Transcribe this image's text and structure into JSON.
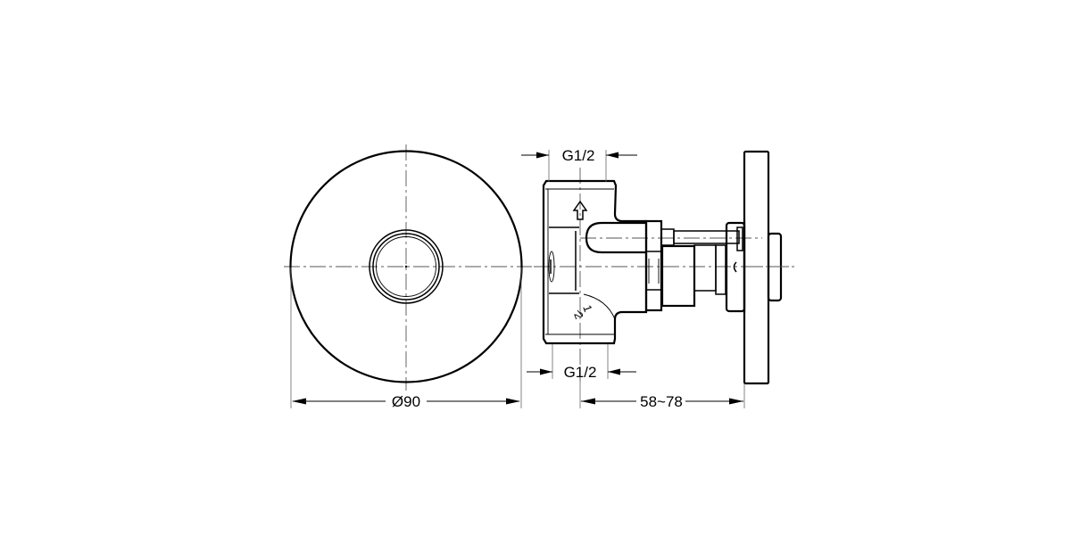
{
  "drawing": {
    "title": "Concealed valve technical drawing",
    "front_view": {
      "diameter_label": "Ø90"
    },
    "side_view": {
      "inlet_top_label": "G1/2",
      "inlet_bottom_label": "G1/2",
      "depth_label": "58~78",
      "fraction_label_num": "1",
      "fraction_label_den": "2",
      "flow_arrow": "up-arrow"
    }
  }
}
